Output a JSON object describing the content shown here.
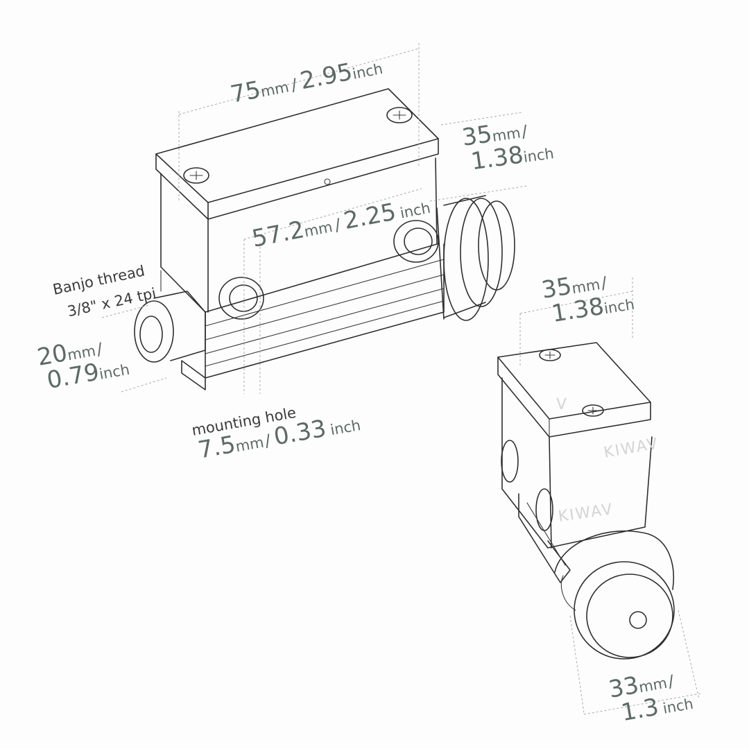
{
  "dimensions": {
    "top_width": {
      "value": "75",
      "unit": "mm",
      "sep": "/",
      "value2": "2.95",
      "unit2": "inch"
    },
    "top_depth": {
      "value": "35",
      "unit": "mm",
      "sep": "/",
      "value2": "1.38",
      "unit2": "inch"
    },
    "hole_spacing": {
      "value": "57.2",
      "unit": "mm",
      "sep": "/",
      "value2": "2.25",
      "unit2": "inch"
    },
    "banjo_diameter": {
      "value": "20",
      "unit": "mm",
      "sep": "/",
      "value2": "0.79",
      "unit2": "inch"
    },
    "mounting_hole": {
      "value": "7.5",
      "unit": "mm",
      "sep": "/",
      "value2": "0.33",
      "unit2": "inch"
    },
    "end_width": {
      "value": "35",
      "unit": "mm",
      "sep": "/",
      "value2": "1.38",
      "unit2": "inch"
    },
    "boot_diameter": {
      "value": "33",
      "unit": "mm",
      "sep": "/",
      "value2": "1.3",
      "unit2": "inch"
    }
  },
  "labels": {
    "banjo_title": "Banjo thread",
    "banjo_spec": "3/8\" x 24 tpi",
    "mounting_hole": "mounting hole"
  },
  "watermarks": {
    "w1": "KIWAV",
    "w2": "KIWAV",
    "w3": "V"
  },
  "colors": {
    "dimension_text": "#5d6a65",
    "line_art": "#2e2e2e",
    "background": "#fdfdfd"
  }
}
